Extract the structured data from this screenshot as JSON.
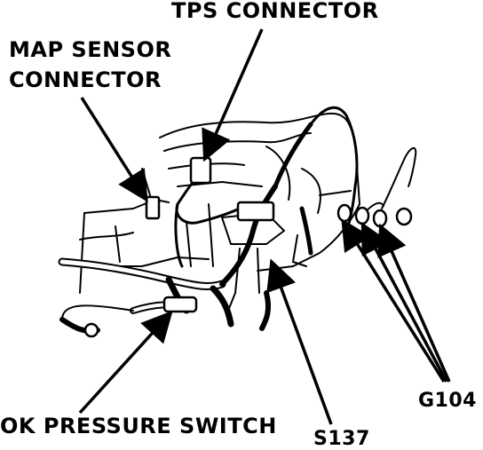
{
  "labels": {
    "tps_connector": "TPS CONNECTOR",
    "map_line1": "MAP SENSOR",
    "map_line2": "CONNECTOR",
    "ok_pressure_switch": "OK PRESSURE SWITCH",
    "s137": "S137",
    "g104": "G104"
  },
  "colors": {
    "ink": "#000000",
    "paper": "#ffffff"
  }
}
